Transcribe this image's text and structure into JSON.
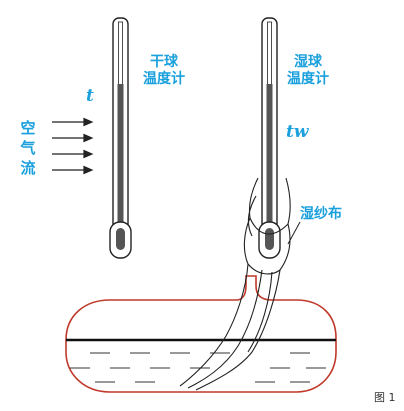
{
  "labels": {
    "dry_thermometer_line1": "干球",
    "dry_thermometer_line2": "温度计",
    "wet_thermometer_line1": "湿球",
    "wet_thermometer_line2": "温度计",
    "dry_temp_symbol": "t",
    "wet_temp_symbol": "tw",
    "air_flow": "空气流",
    "wet_gauze": "湿纱布",
    "figure_caption": "图 1"
  },
  "colors": {
    "label": "#1aa0dc",
    "container_outline": "#c0392b",
    "instrument_stroke": "#222222"
  }
}
